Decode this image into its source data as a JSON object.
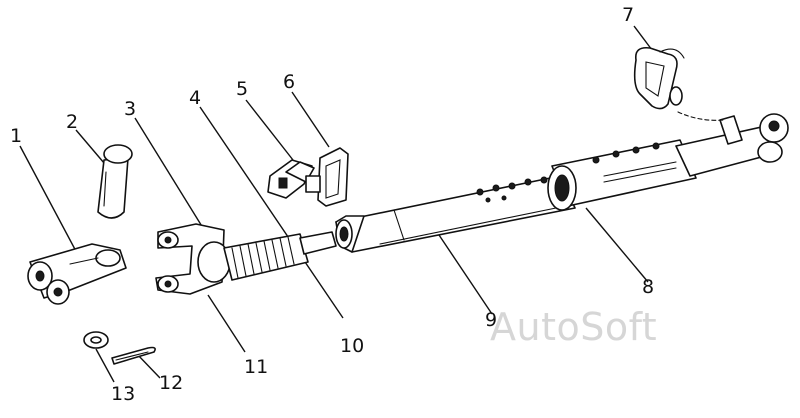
{
  "watermark": "AutoSoft",
  "callouts": [
    {
      "id": "1",
      "text": "1"
    },
    {
      "id": "2",
      "text": "2"
    },
    {
      "id": "3",
      "text": "3"
    },
    {
      "id": "4",
      "text": "4"
    },
    {
      "id": "5",
      "text": "5"
    },
    {
      "id": "6",
      "text": "6"
    },
    {
      "id": "7",
      "text": "7"
    },
    {
      "id": "8",
      "text": "8"
    },
    {
      "id": "9",
      "text": "9"
    },
    {
      "id": "10",
      "text": "10"
    },
    {
      "id": "11",
      "text": "11"
    },
    {
      "id": "12",
      "text": "12"
    },
    {
      "id": "13",
      "text": "13"
    }
  ]
}
